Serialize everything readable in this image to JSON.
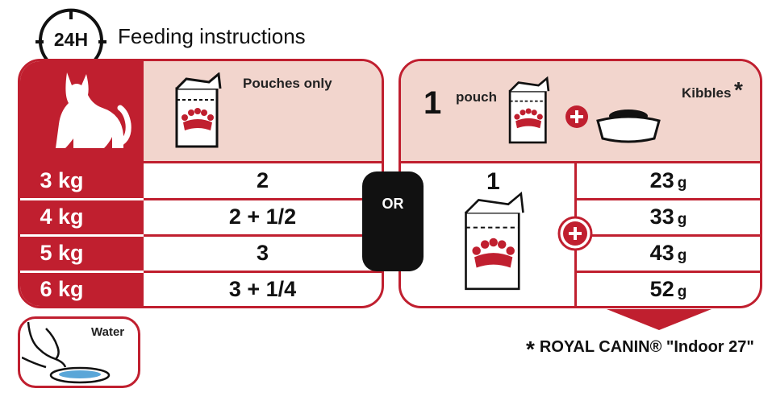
{
  "header": {
    "clock_label": "24H",
    "title": "Feeding instructions"
  },
  "left_table": {
    "header_label": "Pouches only",
    "rows": [
      {
        "weight": "3 kg",
        "quantity": "2"
      },
      {
        "weight": "4 kg",
        "quantity": "2 + 1/2"
      },
      {
        "weight": "5 kg",
        "quantity": "3"
      },
      {
        "weight": "6 kg",
        "quantity": "3 + 1/4"
      }
    ]
  },
  "or_label": "OR",
  "right_table": {
    "pouch_count": "1",
    "pouch_label": "pouch",
    "kibbles_label": "Kibbles",
    "kibbles_star": "*",
    "mixed_pouch_count": "1",
    "kibble_unit": "g",
    "kibble_amounts": [
      "23",
      "33",
      "43",
      "52"
    ]
  },
  "water": {
    "label": "Water"
  },
  "footnote": {
    "star": "*",
    "text": "ROYAL CANIN® \"Indoor 27\""
  },
  "icons": {
    "clock": "clock-icon",
    "cat": "cat-silhouette-icon",
    "pouch": "pouch-icon",
    "plus": "plus-icon",
    "bowl": "bowl-icon",
    "crown": "royal-canin-crown-icon",
    "arrow": "down-arrow-icon",
    "water": "cat-drinking-water-icon"
  },
  "colors": {
    "brand_red": "#c01f2f",
    "header_pink": "#f2d5cd",
    "badge_black": "#111111"
  }
}
